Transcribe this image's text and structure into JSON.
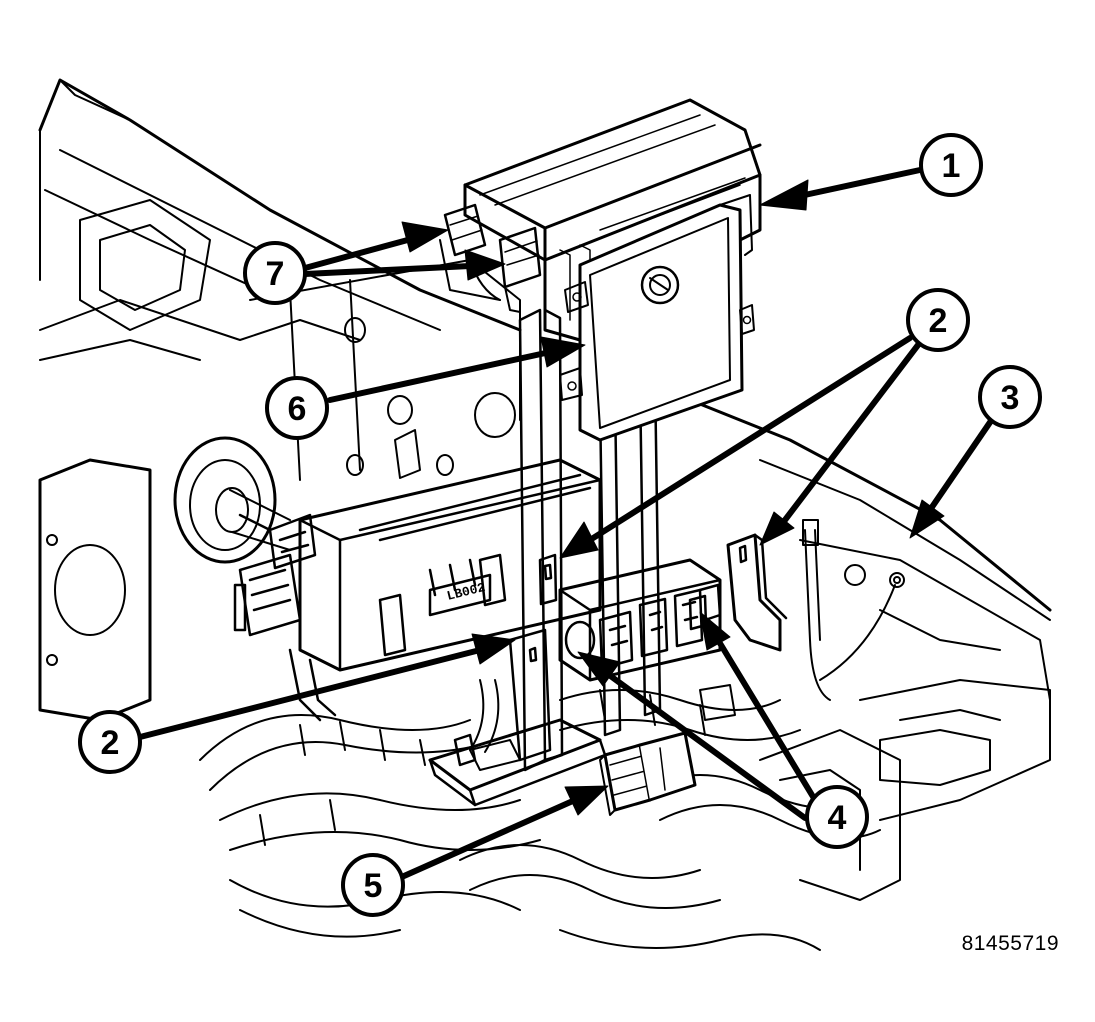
{
  "callouts": [
    {
      "id": "c1",
      "label": "1"
    },
    {
      "id": "c7",
      "label": "7"
    },
    {
      "id": "c2a",
      "label": "2"
    },
    {
      "id": "c3",
      "label": "3"
    },
    {
      "id": "c6",
      "label": "6"
    },
    {
      "id": "c2b",
      "label": "2"
    },
    {
      "id": "c4",
      "label": "4"
    },
    {
      "id": "c5",
      "label": "5"
    }
  ],
  "figure_id": "81455719",
  "module_label": "LB002"
}
